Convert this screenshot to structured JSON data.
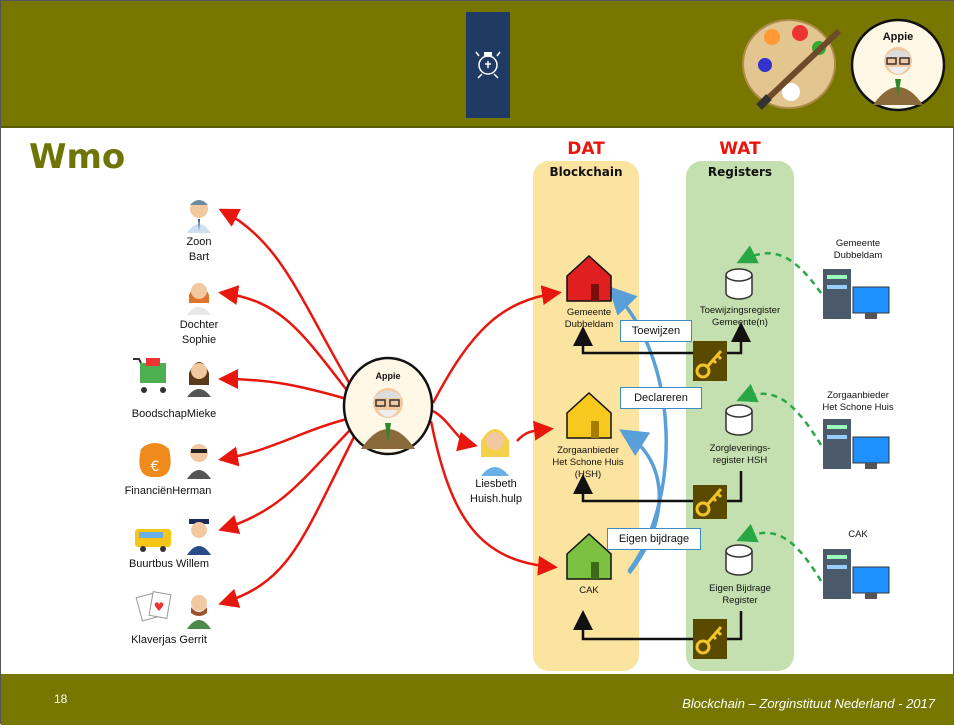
{
  "header": {
    "brand_avatar_label": "Appie"
  },
  "slide": {
    "title": "Wmo",
    "page_number": "18",
    "footer": "Blockchain – Zorginstituut Nederland - 2017"
  },
  "center": {
    "appie_label": "Appie",
    "helper_label": "Liesbeth\nHuish.hulp"
  },
  "people": [
    {
      "label": "Zoon\nBart"
    },
    {
      "label": "Dochter\nSophie"
    },
    {
      "label": "BoodschapMieke"
    },
    {
      "label": "FinanciënHerman"
    },
    {
      "label": "Buurtbus Willem"
    },
    {
      "label": "Klaverjas  Gerrit"
    }
  ],
  "columns": {
    "dat": {
      "title": "DAT",
      "subtitle": "Blockchain"
    },
    "wat": {
      "title": "WAT",
      "subtitle": "Registers"
    }
  },
  "houses": [
    {
      "label": "Gemeente\nDubbeldam",
      "color": "#e02020"
    },
    {
      "label": "Zorgaanbieder\nHet Schone Huis\n(HSH)",
      "color": "#f7c81e"
    },
    {
      "label": "CAK",
      "color": "#7dc142"
    }
  ],
  "registers": [
    {
      "label": "Toewijzingsregister\nGemeente(n)"
    },
    {
      "label": "Zorgleverings-\nregister HSH"
    },
    {
      "label": "Eigen Bijdrage\nRegister"
    }
  ],
  "actions": [
    "Toewijzen",
    "Declareren",
    "Eigen bijdrage"
  ],
  "servers": [
    {
      "label": "Gemeente\nDubbeldam"
    },
    {
      "label": "Zorgaanbieder\nHet Schone Huis"
    },
    {
      "label": "CAK"
    }
  ],
  "colors": {
    "bar": "#777700",
    "title": "#6f7406",
    "accent_red": "#e8170e",
    "blockchain_column": "#fbe3a0",
    "registers_column": "#c5e0b0",
    "action_arrow": "#5aa0d8",
    "sync_arrow": "#28a745"
  }
}
